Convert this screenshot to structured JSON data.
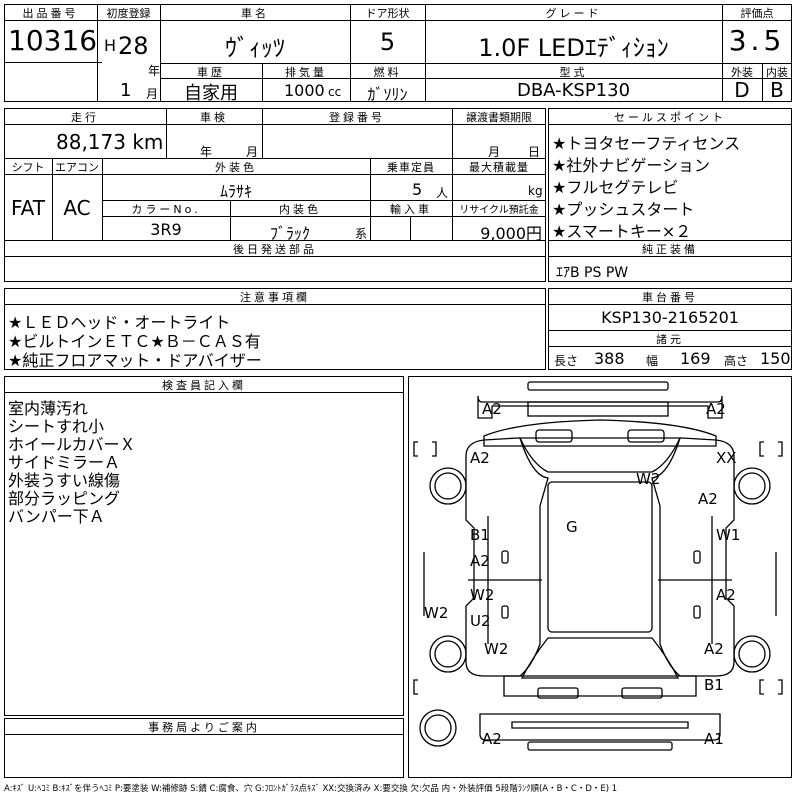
{
  "lot": {
    "label": "出品番号",
    "value": "10316"
  },
  "first_reg": {
    "label": "初度登録",
    "era": "H",
    "year": "28",
    "year_unit": "年",
    "month": "1",
    "month_unit": "月"
  },
  "model_name": {
    "label": "車名",
    "value": "ｳﾞｨｯﾂ"
  },
  "doors": {
    "label": "ドア形状",
    "value": "5"
  },
  "grade": {
    "label": "グレード",
    "value": "1.0F LEDｴﾃﾞｨｼｮﾝ"
  },
  "score": {
    "label": "評価点",
    "value": "3.5",
    "ext_label": "外装",
    "int_label": "内装",
    "ext_value": "D",
    "int_value": "B"
  },
  "history": {
    "label": "車歴",
    "value": "自家用"
  },
  "displacement": {
    "label": "排気量",
    "value": "1000",
    "unit": "cc"
  },
  "fuel": {
    "label": "燃料",
    "value": "ｶﾞｿﾘﾝ"
  },
  "model_code": {
    "label": "型式",
    "value": "DBA-KSP130"
  },
  "mileage": {
    "label": "走行",
    "value": "88,173 km"
  },
  "inspection": {
    "label": "車検",
    "year_unit": "年",
    "month_unit": "月"
  },
  "reg_no": {
    "label": "登録番号"
  },
  "transfer_deadline": {
    "label": "譲渡書類期限",
    "month_unit": "月",
    "day_unit": "日"
  },
  "shift": {
    "label": "シフト",
    "value": "FAT"
  },
  "aircon": {
    "label": "エアコン",
    "value": "AC"
  },
  "ext_color": {
    "label": "外装色",
    "value": "ﾑﾗｻｷ"
  },
  "capacity": {
    "label": "乗車定員",
    "value": "5",
    "unit": "人"
  },
  "max_load": {
    "label": "最大積載量",
    "unit": "kg"
  },
  "color_no": {
    "label": "カラーNo.",
    "value": "3R9"
  },
  "int_color": {
    "label": "内装色",
    "value": "ﾌﾞﾗｯｸ",
    "unit": "系"
  },
  "import": {
    "label": "輸入車"
  },
  "recycle": {
    "label": "リサイクル預託金",
    "value": "9,000円"
  },
  "later_parts": {
    "label": "後日発送部品"
  },
  "sales_points": {
    "label": "セールスポイント",
    "items": [
      "★トヨタセーフティセンス",
      "★社外ナビゲーション",
      "★フルセグテレビ",
      "★プッシュスタート",
      "★スマートキー×２"
    ]
  },
  "equipment": {
    "label": "純正装備",
    "value": "ｴｱB PS PW"
  },
  "notes": {
    "label": "注意事項欄",
    "items": [
      "★ＬＥＤヘッド・オートライト",
      "★ビルトインＥＴＣ★Ｂ－ＣＡＳ有",
      "★純正フロアマット・ドアバイザー"
    ]
  },
  "chassis": {
    "label": "車台番号",
    "value": "KSP130-2165201"
  },
  "dimensions": {
    "label": "諸元",
    "length_label": "長さ",
    "length": "388",
    "width_label": "幅",
    "width": "169",
    "height_label": "高さ",
    "height": "150"
  },
  "inspector": {
    "label": "検査員記入欄",
    "items": [
      "室内薄汚れ",
      "シートすれ小",
      "ホイールカバーＸ",
      "サイドミラーＡ",
      "外装うすい線傷",
      "部分ラッピング",
      "バンパー下Ａ"
    ]
  },
  "office": {
    "label": "事務局よりご案内"
  },
  "diagram_marks": {
    "front_left": "A2",
    "front_right": "A2",
    "hood_left": "A2",
    "hood_right": "XX",
    "windshield": "W2",
    "fender_right": "A2",
    "door_fl_1": "B1",
    "door_fl_2": "A2",
    "roof": "G",
    "door_fr": "W1",
    "door_rl_1": "W2",
    "door_rl_2": "U2",
    "door_rr": "A2",
    "side_left": "W2",
    "qtr_left": "W2",
    "qtr_right": "A2",
    "trunk_right": "B1",
    "rear_left": "A2",
    "rear_right": "A1"
  },
  "legend": "A:ｷｽﾞ U:ﾍｺﾐ B:ｷｽﾞを伴うﾍｺﾐ P:要塗装 W:補修跡 S:錆 C:腐食、穴 G:ﾌﾛﾝﾄｶﾞﾗｽ点ｷｽﾞ XX:交換済み X:要交換 欠:欠品 内・外装評価 5段階ﾗﾝｸ順(A・B・C・D・E) 1"
}
